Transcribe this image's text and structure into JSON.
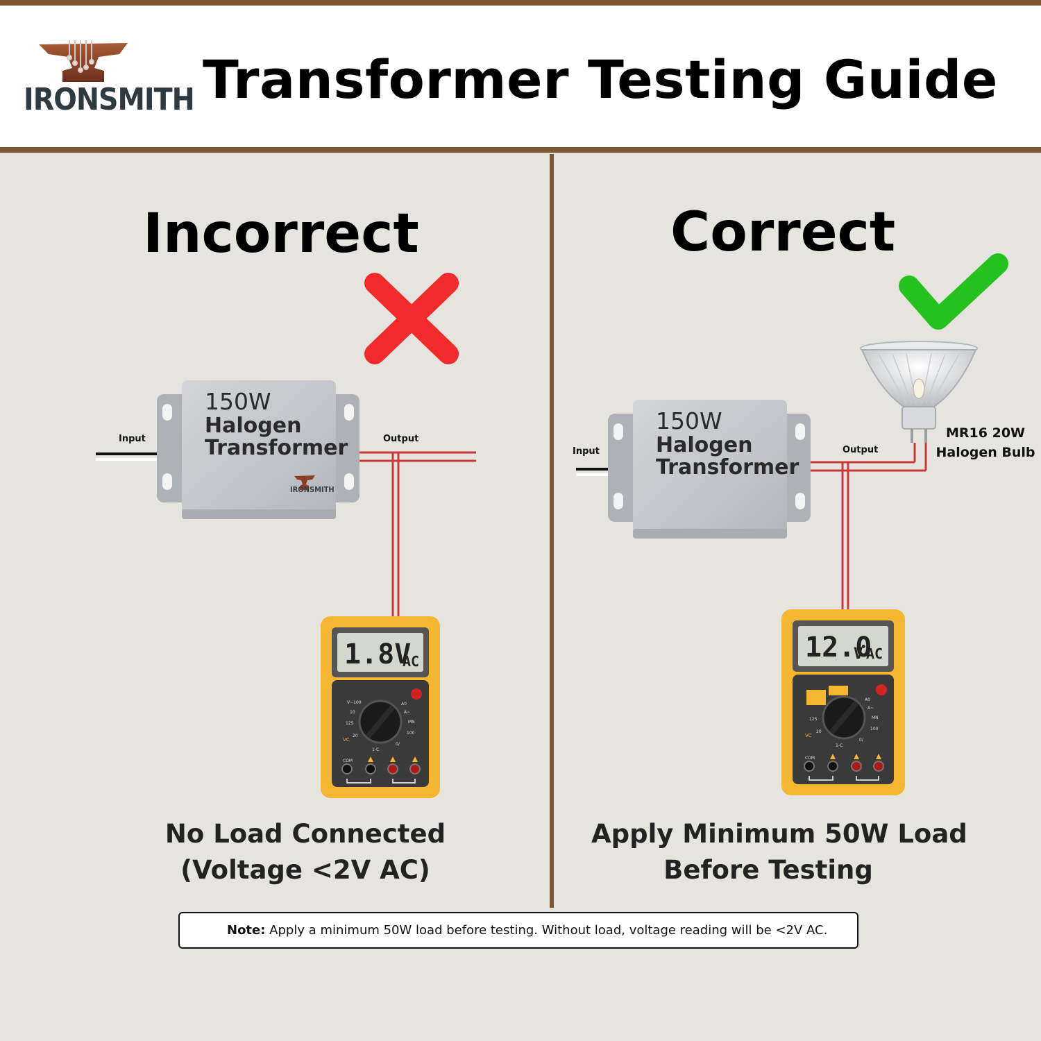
{
  "header": {
    "title": "Transformer Testing Guide",
    "brand": "IRONSMITH"
  },
  "colors": {
    "brown_accent": "#7d5634",
    "background": "#e6e4de",
    "cross_red": "#f12b2b",
    "check_green": "#25c11f",
    "wire_red": "#c83a3a",
    "meter_yellow": "#f5b631"
  },
  "left_panel": {
    "heading": "Incorrect",
    "status_icon": "red-cross-icon",
    "transformer": {
      "watt": "150W",
      "line1": "Halogen",
      "line2": "Transformer",
      "badge": "IRONSMITH"
    },
    "input_label": "Input",
    "output_label": "Output",
    "meter_reading": "1.8V",
    "meter_unit": "AC",
    "caption_line1": "No Load Connected",
    "caption_line2": "(Voltage <2V AC)"
  },
  "right_panel": {
    "heading": "Correct",
    "status_icon": "green-check-icon",
    "transformer": {
      "watt": "150W",
      "line1": "Halogen",
      "line2": "Transformer"
    },
    "input_label": "Input",
    "output_label": "Output",
    "bulb_label_line1": "MR16 20W",
    "bulb_label_line2": "Halogen Bulb",
    "meter_reading": "12.0",
    "meter_unit_v": "V",
    "meter_unit": "AC",
    "caption_line1": "Apply Minimum 50W Load",
    "caption_line2": "Before Testing"
  },
  "note": {
    "label": "Note:",
    "text": " Apply a minimum 50W load before testing. Without load, voltage reading will be <2V AC."
  }
}
